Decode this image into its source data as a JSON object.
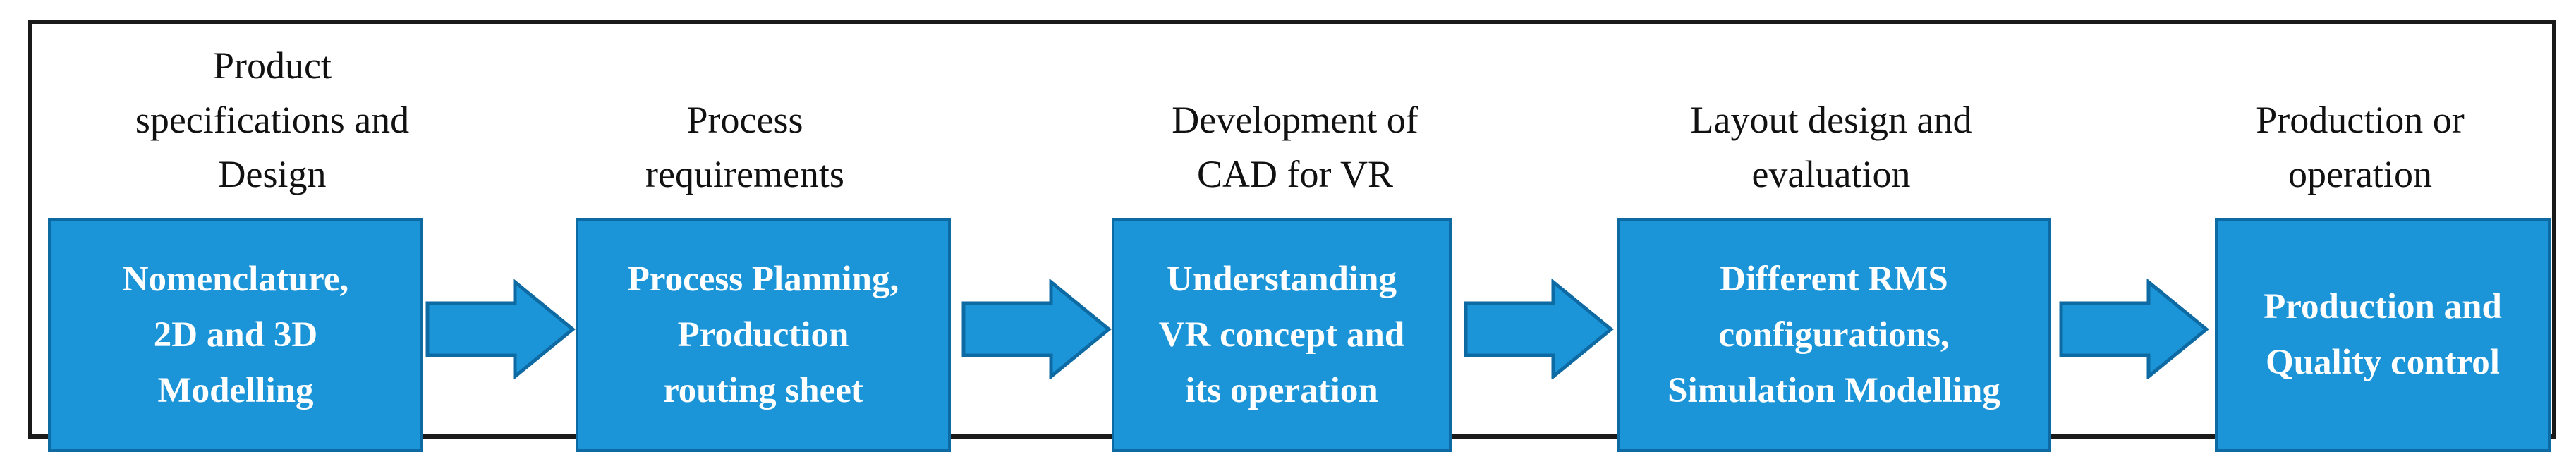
{
  "stages": [
    {
      "heading": "Product\nspecifications and\nDesign",
      "box": "Nomenclature,\n2D and 3D\nModelling"
    },
    {
      "heading": "Process\nrequirements",
      "box": "Process Planning,\nProduction\nrouting sheet"
    },
    {
      "heading": "Development of\nCAD for VR",
      "box": "Understanding\nVR concept and\nits operation"
    },
    {
      "heading": "Layout design and\nevaluation",
      "box": "Different RMS\nconfigurations,\nSimulation Modelling"
    },
    {
      "heading": "Production or\noperation",
      "box": "Production and\nQuality control"
    }
  ],
  "colors": {
    "box_fill": "#1b95d8",
    "box_border": "#0d6aa3",
    "arrow_fill": "#1b95d8",
    "arrow_border": "#0d6aa3",
    "frame_border": "#1a1a1a"
  }
}
